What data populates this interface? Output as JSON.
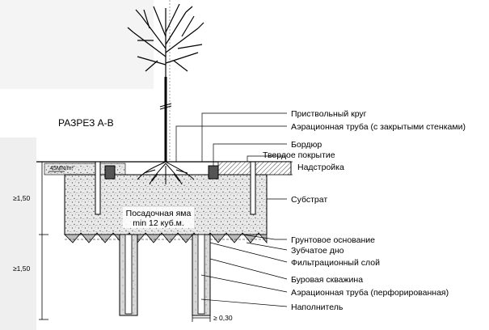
{
  "title": "РАЗРЕЗ А-В",
  "pit_label": {
    "line1": "Посадочная яма",
    "line2": "min 12 куб.м."
  },
  "dimensions": {
    "load": "45MN/m²",
    "depth_upper": "≥1,50",
    "depth_lower": "≥1,50",
    "bore_width": "≥ 0,30"
  },
  "callouts": [
    "Приствольный круг",
    "Аэрационная труба (с закрытыми стенками)",
    "Бордюр",
    "Твердое покрытие",
    "Надстройка",
    "Субстрат",
    "Грунтовое основание",
    "Зубчатое дно",
    "Фильтрационный слой",
    "Буровая скважина",
    "Аэрационная труба (перфорированная)",
    "Наполнитель"
  ]
}
